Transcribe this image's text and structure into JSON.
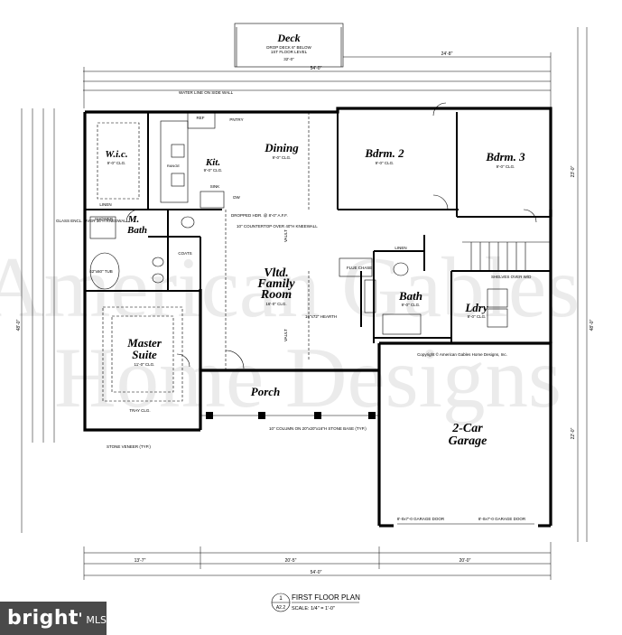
{
  "deck": {
    "title": "Deck",
    "note1": "DROP DECK 6\" BELOW",
    "note2": "1ST FLOOR LEVEL",
    "dim": "32'-0\""
  },
  "rooms": {
    "wic": {
      "name": "W.i.c.",
      "dims": "9'-0\" CLG."
    },
    "kit": {
      "name": "Kit.",
      "dims": "9'-0\" CLG."
    },
    "dining": {
      "name": "Dining",
      "dims": "9'-0\" CLG."
    },
    "bdrm2": {
      "name": "Bdrm. 2",
      "dims": "9'-0\" CLG."
    },
    "bdrm3": {
      "name": "Bdrm. 3",
      "dims": "9'-0\" CLG."
    },
    "mbath": {
      "name": "M.",
      "name2": "Bath"
    },
    "family1": {
      "name": "Vltd."
    },
    "family2": {
      "name": "Family"
    },
    "family3": {
      "name": "Room"
    },
    "family_dims": {
      "name": "16'-0\" CLG."
    },
    "bath": {
      "name": "Bath",
      "dims": "9'-0\" CLG."
    },
    "ldry": {
      "name": "Ldry",
      "dims": "9'-0\" CLG."
    },
    "master1": {
      "name": "Master"
    },
    "master2": {
      "name": "Suite"
    },
    "master_dims": {
      "name": "11'-0\" CLG."
    },
    "porch": {
      "name": "Porch"
    },
    "garage1": {
      "name": "2-Car"
    },
    "garage2": {
      "name": "Garage"
    }
  },
  "labels": {
    "ref": "REF",
    "pntry": "PNTRY",
    "sink": "SINK",
    "dw": "DW",
    "range": "RANGE",
    "linen": "LINEN",
    "coats": "COATS",
    "tray": "TRAY CLG.",
    "tub": "42\"x60\" TUB",
    "shower": "SHOWER",
    "stone": "STONE VENEER (TYP.)",
    "garage_door1": "8'-0x7'-0 GARAGE DOOR",
    "garage_door2": "8'-0x7'-0 GARAGE DOOR",
    "copyright": "Copyright © American Gables Home Designs, Inc.",
    "column": "10\" COLUMN ON 20\"x20\"x16\"H STONE BASE (TYP.)",
    "hearth": "16\"x72\" HEARTH",
    "flue": "FLUE CHASE",
    "dropped": "DROPPED HDR. @ 8'-0\" A.F.F.",
    "counter": "10\" COUNTERTOP OVER 40\"H KNEEWALL",
    "vault1": "VAULT",
    "vault2": "VAULT",
    "shelves": "SHELVES OVER W/D",
    "water": "WATER LINE ON SIDE WALL",
    "glass": "GLASS ENCL. OVER 36\"H KNEEWALL",
    "linen2": "LINEN"
  },
  "dimensions": {
    "top_total": "54'-0\"",
    "top_right": "24'-8\"",
    "bottom_total": "54'-0\"",
    "bottom_left": "13'-7\"",
    "bottom_mid": "20'-5\"",
    "bottom_right": "20'-0\"",
    "left_total": "48'-0\"",
    "right_total": "48'-0\"",
    "right_upper": "23'-0\"",
    "right_lower": "22'-0\""
  },
  "title_block": {
    "number": "1",
    "sheet": "A2.2",
    "title": "FIRST FLOOR PLAN",
    "scale": "SCALE: 1/4\" = 1'-0\""
  },
  "watermark": {
    "line1": "American Gables",
    "line2": "Home Designs"
  },
  "brand": {
    "name": "bright",
    "suffix": "MLS"
  }
}
